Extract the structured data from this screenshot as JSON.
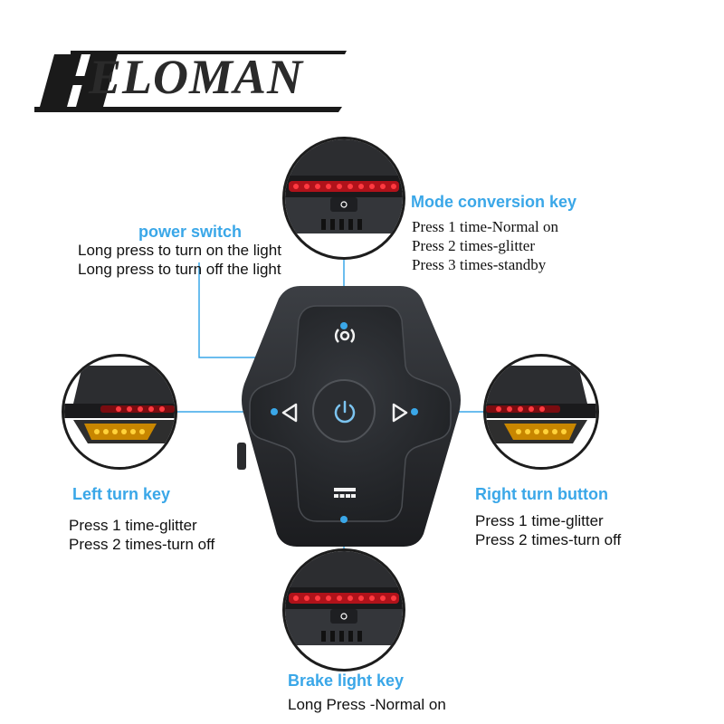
{
  "brand": {
    "logo_text": "ELOMAN",
    "logo_letter": "H"
  },
  "colors": {
    "accent": "#3aa7e8",
    "red_light": "#e0202a",
    "amber_light": "#e8a200",
    "device": "#2a2c30"
  },
  "power_switch": {
    "title": "power switch",
    "lines": [
      "Long press to turn on the light",
      "Long press to turn off the light"
    ]
  },
  "mode_key": {
    "title": "Mode conversion key",
    "lines": [
      "Press 1 time-Normal on",
      "Press 2 times-glitter",
      "Press 3 times-standby"
    ]
  },
  "left_turn": {
    "title": "Left turn key",
    "lines": [
      "Press 1 time-glitter",
      "Press 2 times-turn off"
    ]
  },
  "right_turn": {
    "title": "Right turn button",
    "lines": [
      "Press 1 time-glitter",
      "Press 2 times-turn off"
    ]
  },
  "brake_light": {
    "title": "Brake light key",
    "lines": [
      "Long Press -Normal on"
    ]
  },
  "icons": [
    "power-icon",
    "mode-icon",
    "left-arrow-icon",
    "right-arrow-icon",
    "brake-icon"
  ]
}
